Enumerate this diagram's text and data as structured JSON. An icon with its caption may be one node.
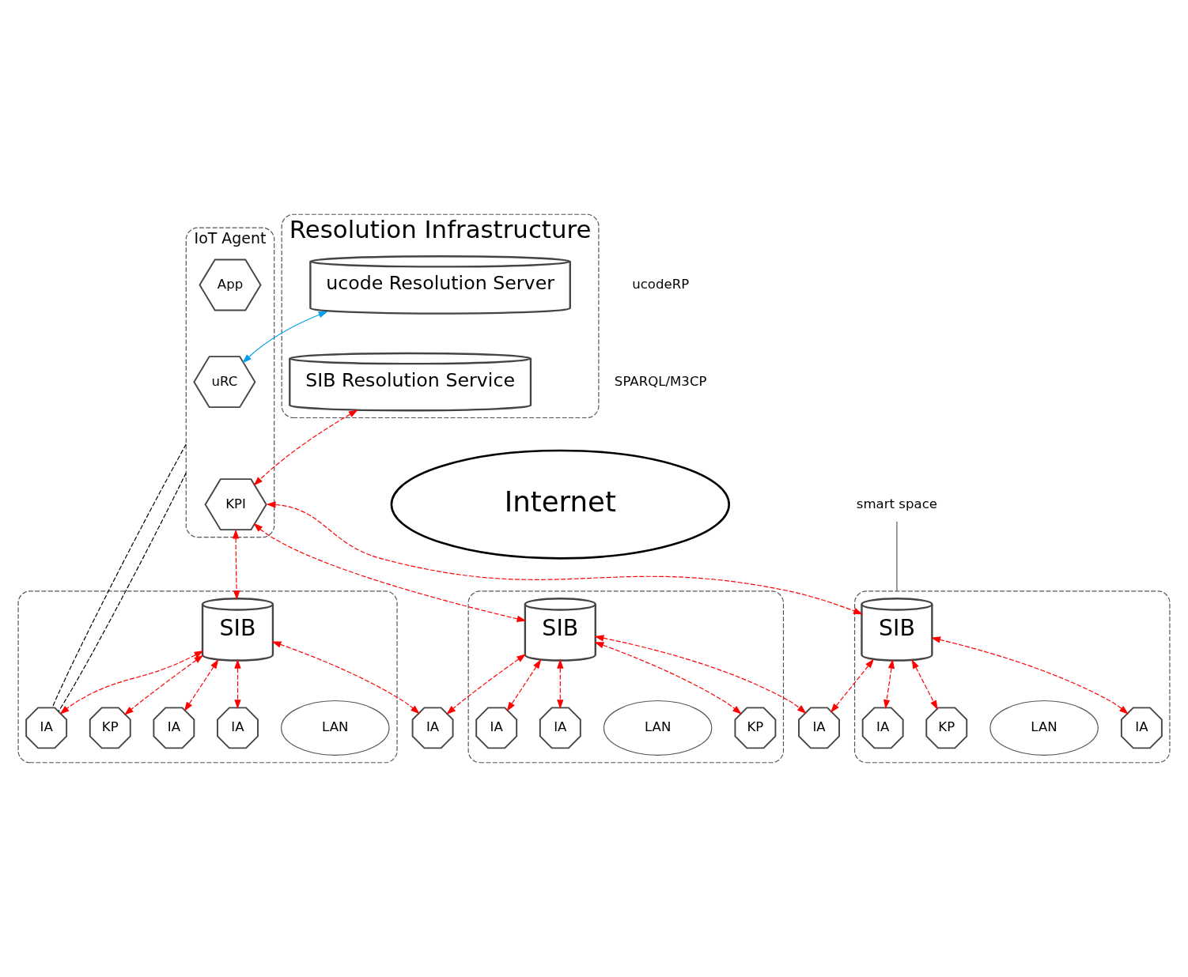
{
  "diagram": {
    "nodes": [
      {
        "text": [
          "Resolution Infrastructure"
        ]
      },
      {
        "text": [
          "ucode Resolution Server"
        ],
        "in": 0
      },
      {
        "text": [
          "SIB Resolution Service"
        ],
        "in": 0
      },
      {
        "text": [
          "Internet"
        ]
      },
      {
        "text": [
          "IoT Agent"
        ]
      },
      {
        "text": [
          "uRC"
        ],
        "in": 4
      },
      {
        "text": [
          "App"
        ],
        "in": 4
      },
      {
        "text": [
          "KPI"
        ],
        "in": 4
      },
      {
        "text": [],
        "shape": "region"
      },
      {
        "text": [
          "SIB"
        ],
        "in": 8
      },
      {
        "text": [
          "LAN"
        ],
        "in": 8
      },
      {
        "text": [
          "IA"
        ],
        "in": 8
      },
      {
        "text": [
          "KP"
        ],
        "in": 8
      },
      {
        "text": [
          "IA"
        ],
        "in": 8
      },
      {
        "text": [
          "IA"
        ],
        "in": 8
      },
      {
        "text": [
          "IA"
        ]
      },
      {
        "text": [],
        "shape": "region"
      },
      {
        "text": [
          "SIB"
        ],
        "in": 16
      },
      {
        "text": [
          "LAN"
        ],
        "in": 16
      },
      {
        "text": [
          "KP"
        ],
        "in": 16
      },
      {
        "text": [
          "IA"
        ],
        "in": 16
      },
      {
        "text": [
          "IA"
        ],
        "in": 16
      },
      {
        "text": [
          "IA"
        ]
      },
      {
        "text": [],
        "shape": "region"
      },
      {
        "text": [
          "SIB"
        ],
        "in": 23
      },
      {
        "text": [
          "LAN"
        ],
        "in": 23
      },
      {
        "text": [
          "IA"
        ],
        "in": 23
      },
      {
        "text": [
          "IA"
        ],
        "in": 23
      },
      {
        "text": [
          "KP"
        ],
        "in": 23
      },
      {
        "text": [
          "smart space"
        ]
      }
    ],
    "edges": [
      {
        "from": 5,
        "to": 1,
        "arrow": "both",
        "color": "#00a0e8"
      },
      {
        "from": 7,
        "to": 2,
        "arrow": "both",
        "style": "dashed"
      },
      {
        "from": 7,
        "to": 24,
        "arrow": "both",
        "style": "dashed"
      },
      {
        "from": 7,
        "to": 17,
        "arrow": "both",
        "style": "dashed"
      },
      {
        "from": 7,
        "to": 9,
        "arrow": "both",
        "style": "dashed"
      },
      {
        "from": 4,
        "to": 11,
        "arrow": "none",
        "style": "dashed",
        "color": "#000000"
      },
      {
        "from": 4,
        "to": 11,
        "arrow": "none",
        "style": "dashed",
        "color": "#000000"
      },
      {
        "from": 9,
        "to": 11,
        "arrow": "both",
        "style": "dashed"
      },
      {
        "from": 9,
        "to": 12,
        "arrow": "both",
        "style": "dashed"
      },
      {
        "from": 9,
        "to": 13,
        "arrow": "both",
        "style": "dashed"
      },
      {
        "from": 9,
        "to": 14,
        "arrow": "both",
        "style": "dashed"
      },
      {
        "from": 9,
        "to": 15,
        "arrow": "both",
        "style": "dashed"
      },
      {
        "from": 17,
        "to": 15,
        "arrow": "both",
        "style": "dashed"
      },
      {
        "from": 17,
        "to": 19,
        "arrow": "both",
        "style": "dashed"
      },
      {
        "from": 17,
        "to": 20,
        "arrow": "both",
        "style": "dashed"
      },
      {
        "from": 17,
        "to": 21,
        "arrow": "both",
        "style": "dashed"
      },
      {
        "from": 17,
        "to": 22,
        "arrow": "both",
        "style": "dashed"
      },
      {
        "from": 24,
        "to": 22,
        "arrow": "both",
        "style": "dashed"
      },
      {
        "from": 24,
        "to": 26,
        "arrow": "both",
        "style": "dashed"
      },
      {
        "from": 24,
        "to": 27,
        "arrow": "both",
        "style": "dashed"
      },
      {
        "from": 24,
        "to": 28,
        "arrow": "both",
        "style": "dashed"
      },
      {
        "from": 29,
        "to": 23,
        "arrow": "none",
        "color": "#555555"
      }
    ],
    "legend": [
      {
        "text": "ucodeRP"
      },
      {
        "text": "SPARQL/M3CP"
      }
    ]
  }
}
